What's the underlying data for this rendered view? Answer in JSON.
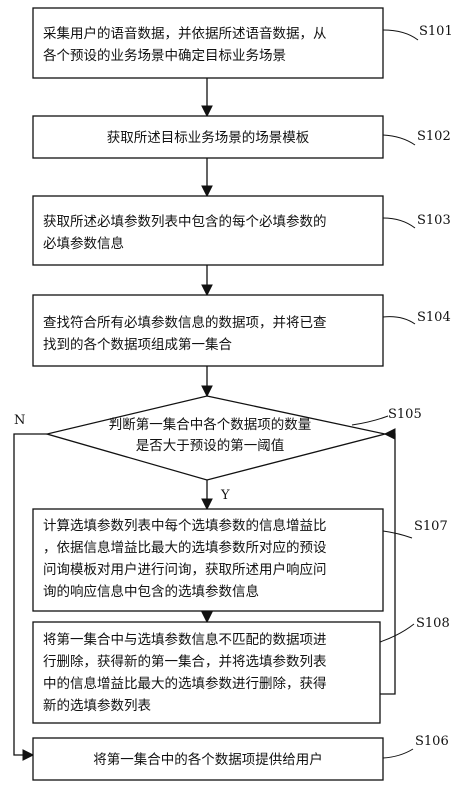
{
  "steps": {
    "s101": {
      "label": "S101",
      "lines": [
        "采集用户的语音数据，并依据所述语音数据，从",
        "各个预设的业务场景中确定目标业务场景"
      ]
    },
    "s102": {
      "label": "S102",
      "lines": [
        "获取所述目标业务场景的场景模板"
      ]
    },
    "s103": {
      "label": "S103",
      "lines": [
        "获取所述必填参数列表中包含的每个必填参数的",
        "必填参数信息"
      ]
    },
    "s104": {
      "label": "S104",
      "lines": [
        "查找符合所有必填参数信息的数据项，并将已查",
        "找到的各个数据项组成第一集合"
      ]
    },
    "s105": {
      "label": "S105",
      "lines": [
        "判断第一集合中各个数据项的数量",
        "是否大于预设的第一阈值"
      ]
    },
    "s107": {
      "label": "S107",
      "lines": [
        "计算选填参数列表中每个选填参数的信息增益比",
        "，依据信息增益比最大的选填参数所对应的预设",
        "问询模板对用户进行问询，获取所述用户响应问",
        "询的响应信息中包含的选填参数信息"
      ]
    },
    "s108": {
      "label": "S108",
      "lines": [
        "将第一集合中与选填参数信息不匹配的数据项进",
        "行删除，获得新的第一集合，并将选填参数列表",
        "中的信息增益比最大的选填参数进行删除，获得",
        "新的选填参数列表"
      ]
    },
    "s106": {
      "label": "S106",
      "lines": [
        "将第一集合中的各个数据项提供给用户"
      ]
    }
  },
  "branches": {
    "yes": "Y",
    "no": "N"
  }
}
